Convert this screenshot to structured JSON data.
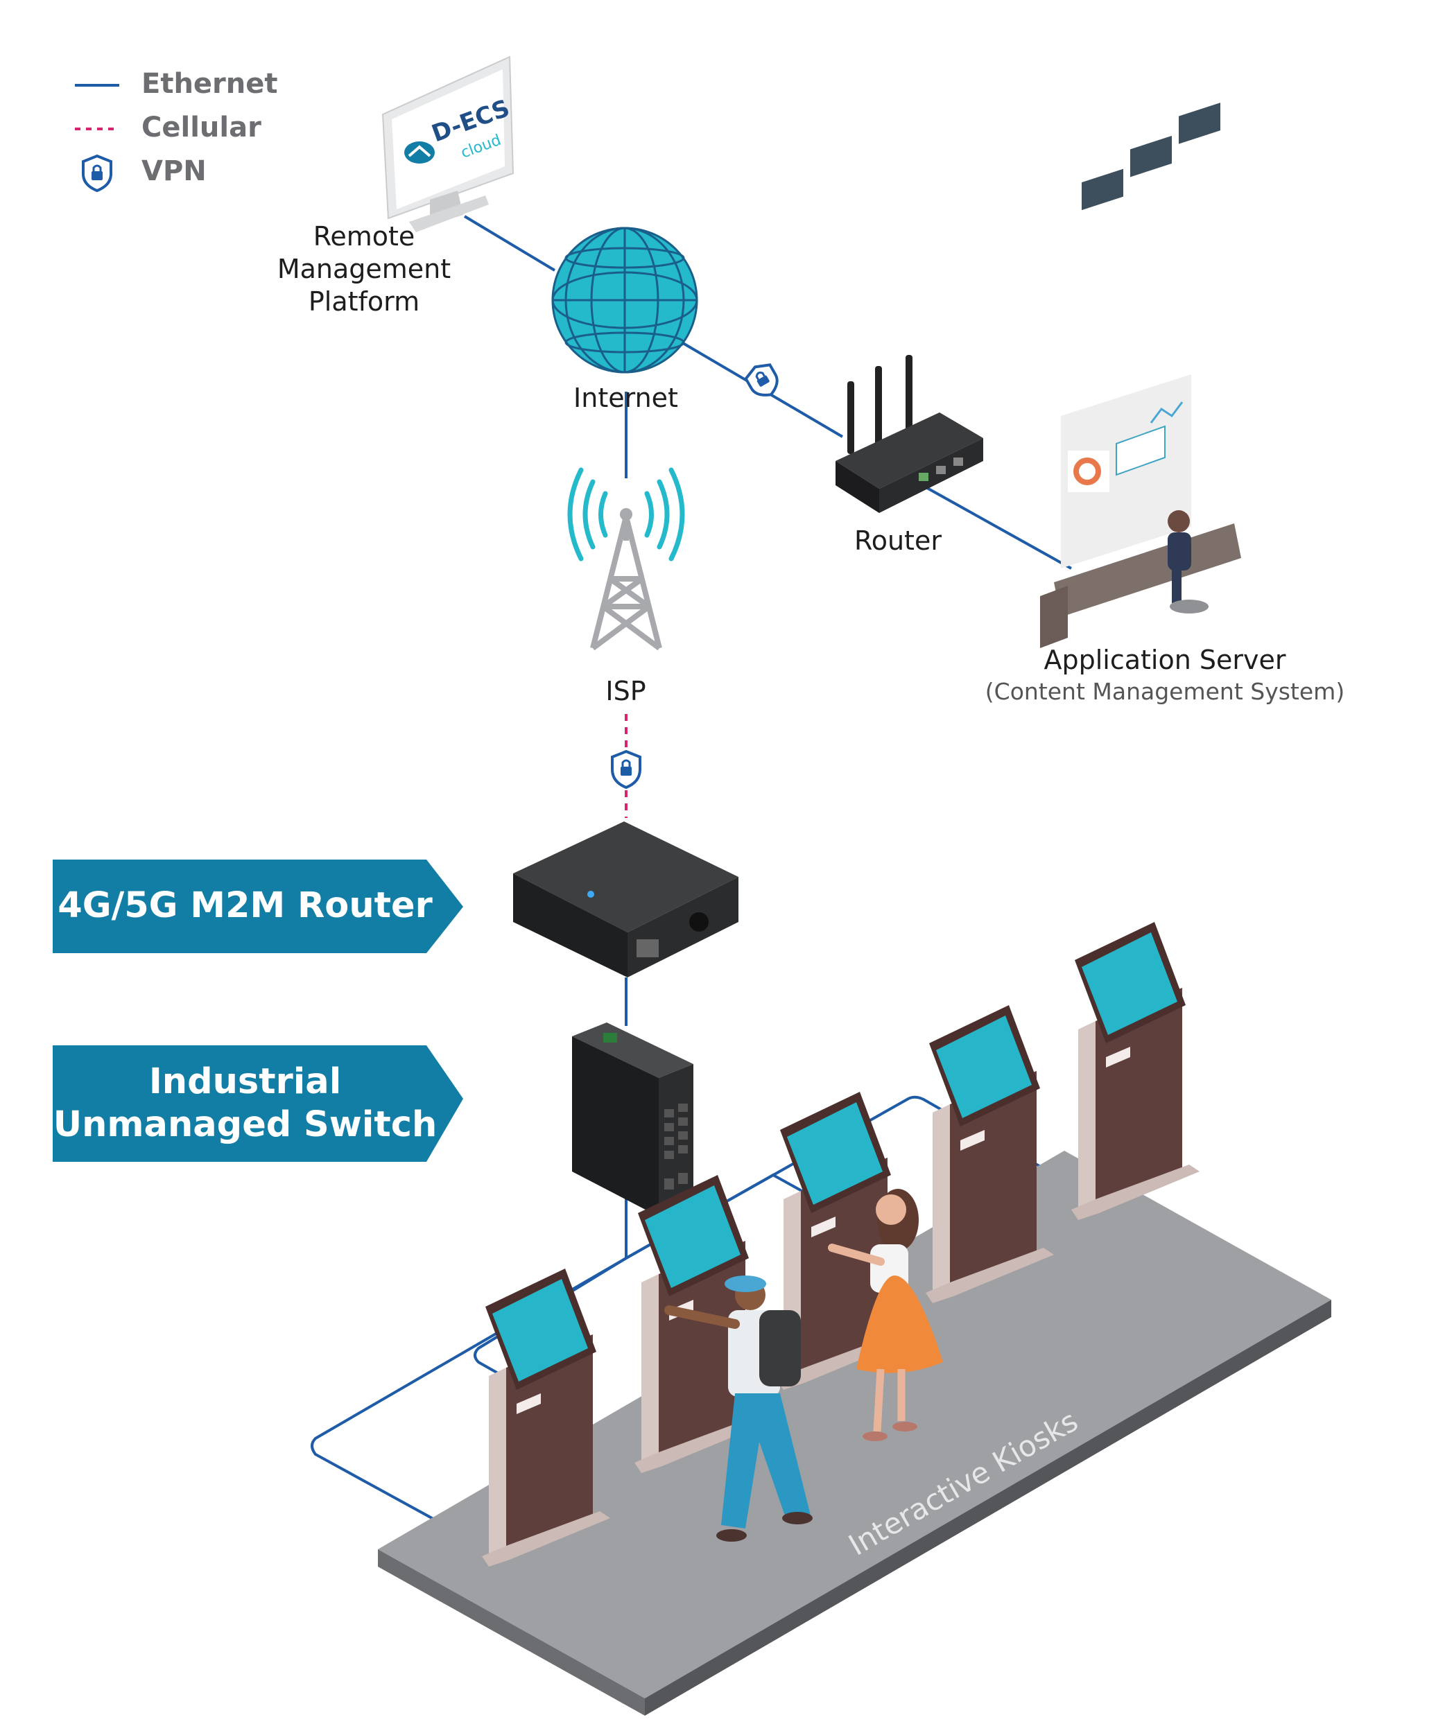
{
  "legend": {
    "ethernet_label": "Ethernet",
    "cellular_label": "Cellular",
    "vpn_label": "VPN"
  },
  "nodes": {
    "remote_platform": {
      "line1": "Remote",
      "line2": "Management",
      "line3": "Platform",
      "screen_logo": "D-ECS",
      "screen_sub": "cloud"
    },
    "internet": {
      "label": "Internet"
    },
    "router": {
      "label": "Router"
    },
    "isp": {
      "label": "ISP"
    },
    "app_server": {
      "label": "Application Server",
      "sublabel": "(Content Management System)"
    }
  },
  "banners": {
    "m2m_router": "4G/5G M2M Router",
    "switch_line1": "Industrial",
    "switch_line2": "Unmanaged Switch"
  },
  "kiosks": {
    "platform_label": "Interactive Kiosks"
  },
  "colors": {
    "ethernet": "#1f5ca8",
    "cellular": "#d6246e",
    "vpn": "#1f5ca8",
    "globe": "#25b9cc",
    "banner": "#137ea5",
    "kiosk_body": "#5e3f3c",
    "kiosk_screen": "#27b6c9",
    "platform": "#9fa0a3"
  }
}
